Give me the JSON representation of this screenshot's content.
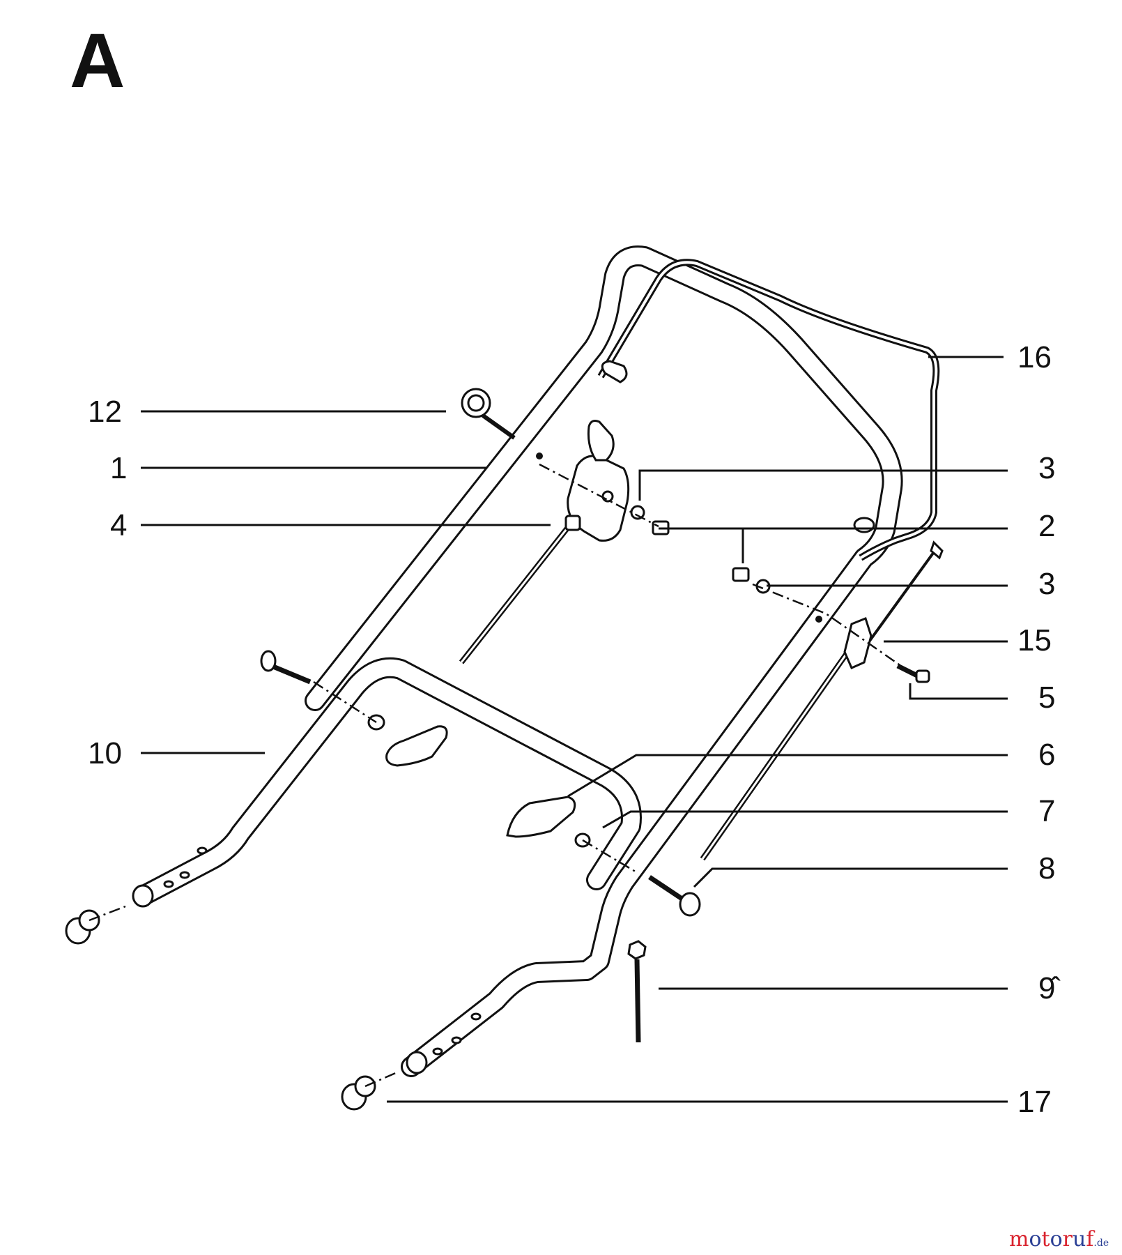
{
  "section_letter": "A",
  "callouts": [
    {
      "id": "16",
      "label": "16"
    },
    {
      "id": "12",
      "label": "12"
    },
    {
      "id": "1",
      "label": "1"
    },
    {
      "id": "3a",
      "label": "3"
    },
    {
      "id": "4",
      "label": "4"
    },
    {
      "id": "2",
      "label": "2"
    },
    {
      "id": "3b",
      "label": "3"
    },
    {
      "id": "15",
      "label": "15"
    },
    {
      "id": "5",
      "label": "5"
    },
    {
      "id": "10",
      "label": "10"
    },
    {
      "id": "6",
      "label": "6"
    },
    {
      "id": "7",
      "label": "7"
    },
    {
      "id": "8",
      "label": "8"
    },
    {
      "id": "9",
      "label": "9̂"
    },
    {
      "id": "17",
      "label": "17"
    }
  ],
  "watermark": {
    "parts": [
      {
        "text": "m",
        "color": "#d9232e"
      },
      {
        "text": "o",
        "color": "#2a3f95"
      },
      {
        "text": "t",
        "color": "#d9232e"
      },
      {
        "text": "o",
        "color": "#2a3f95"
      },
      {
        "text": "r",
        "color": "#d9232e"
      },
      {
        "text": "u",
        "color": "#2a3f95"
      },
      {
        "text": "f",
        "color": "#d9232e"
      }
    ],
    "suffix": ".de"
  }
}
